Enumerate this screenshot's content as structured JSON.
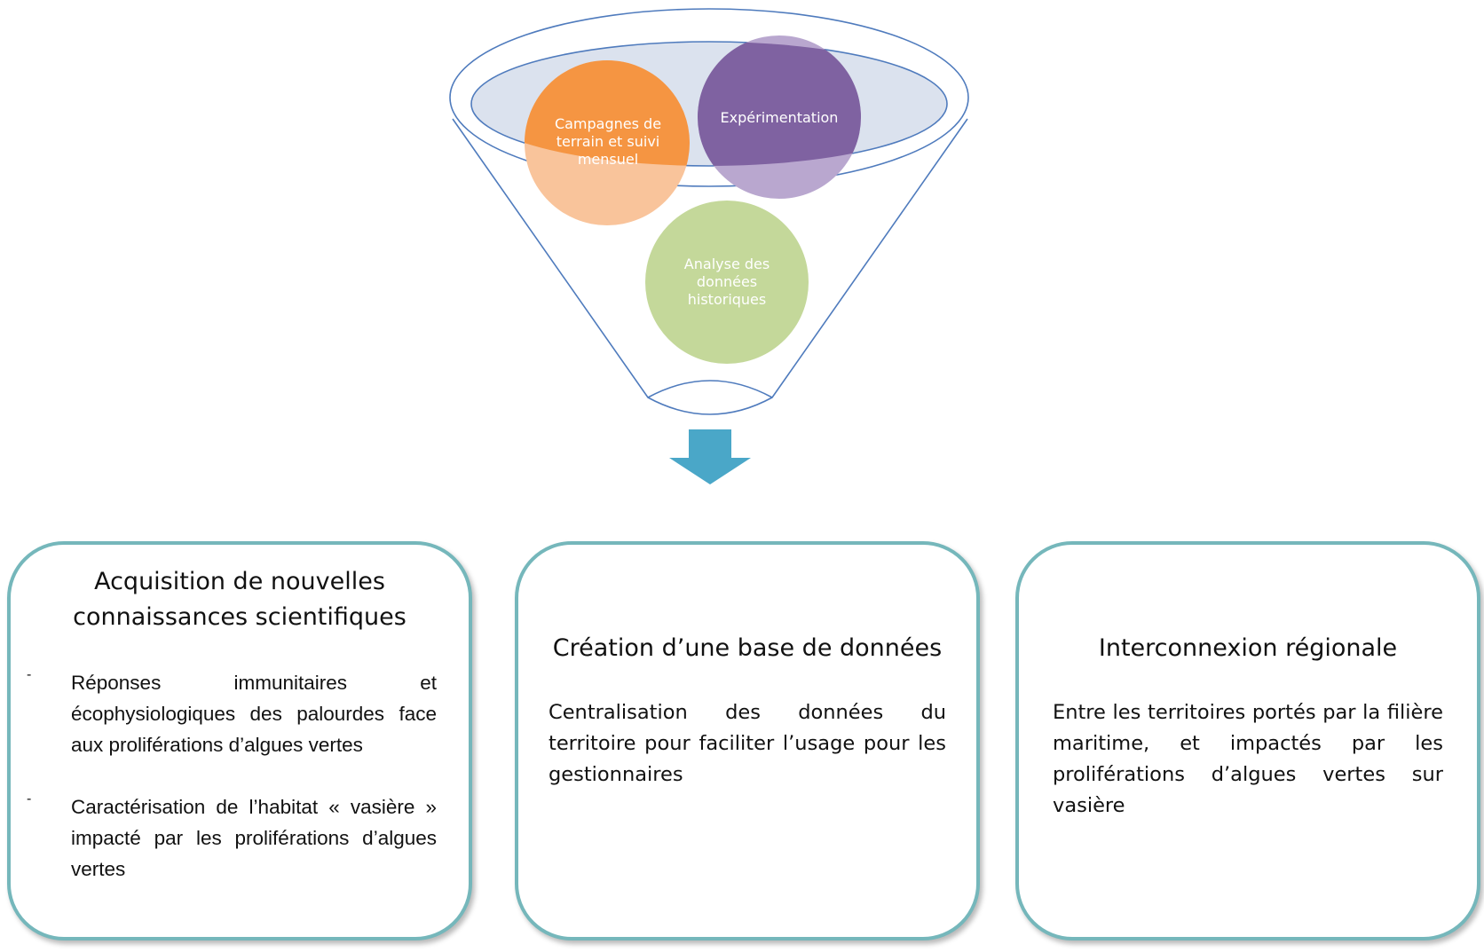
{
  "colors": {
    "funnel_stroke": "#4f7bbd",
    "funnel_rim_fill": "#dbe2ee",
    "circle_orange": "#f59542",
    "circle_purple": "#7f62a1",
    "circle_green": "#c4d89a",
    "arrow": "#4aa7c8",
    "box_border": "#75b7bb"
  },
  "funnel": {
    "inputs": [
      {
        "label": "Campagnes de terrain et suivi mensuel",
        "color": "#f59542"
      },
      {
        "label": "Expérimentation",
        "color": "#7f62a1"
      },
      {
        "label": "Analyse des données historiques",
        "color": "#c4d89a"
      }
    ]
  },
  "arrow": {
    "icon": "down-arrow-icon"
  },
  "boxes": [
    {
      "title": "Acquisition de nouvelles connaissances scientifiques",
      "bullets": [
        {
          "marker": "-",
          "text": "Réponses immunitaires et écophysiologiques des palourdes face aux proliférations d’algues vertes"
        },
        {
          "marker": "-",
          "text": "Caractérisation de l’habitat « vasière » impacté par les proliférations d’algues vertes"
        }
      ]
    },
    {
      "title": "Création d’une base de données",
      "body": "Centralisation des données du territoire pour faciliter l’usage pour les gestionnaires"
    },
    {
      "title": "Interconnexion régionale",
      "body": "Entre les territoires portés par la filière maritime, et impactés par les proliférations d’algues vertes sur vasière"
    }
  ]
}
